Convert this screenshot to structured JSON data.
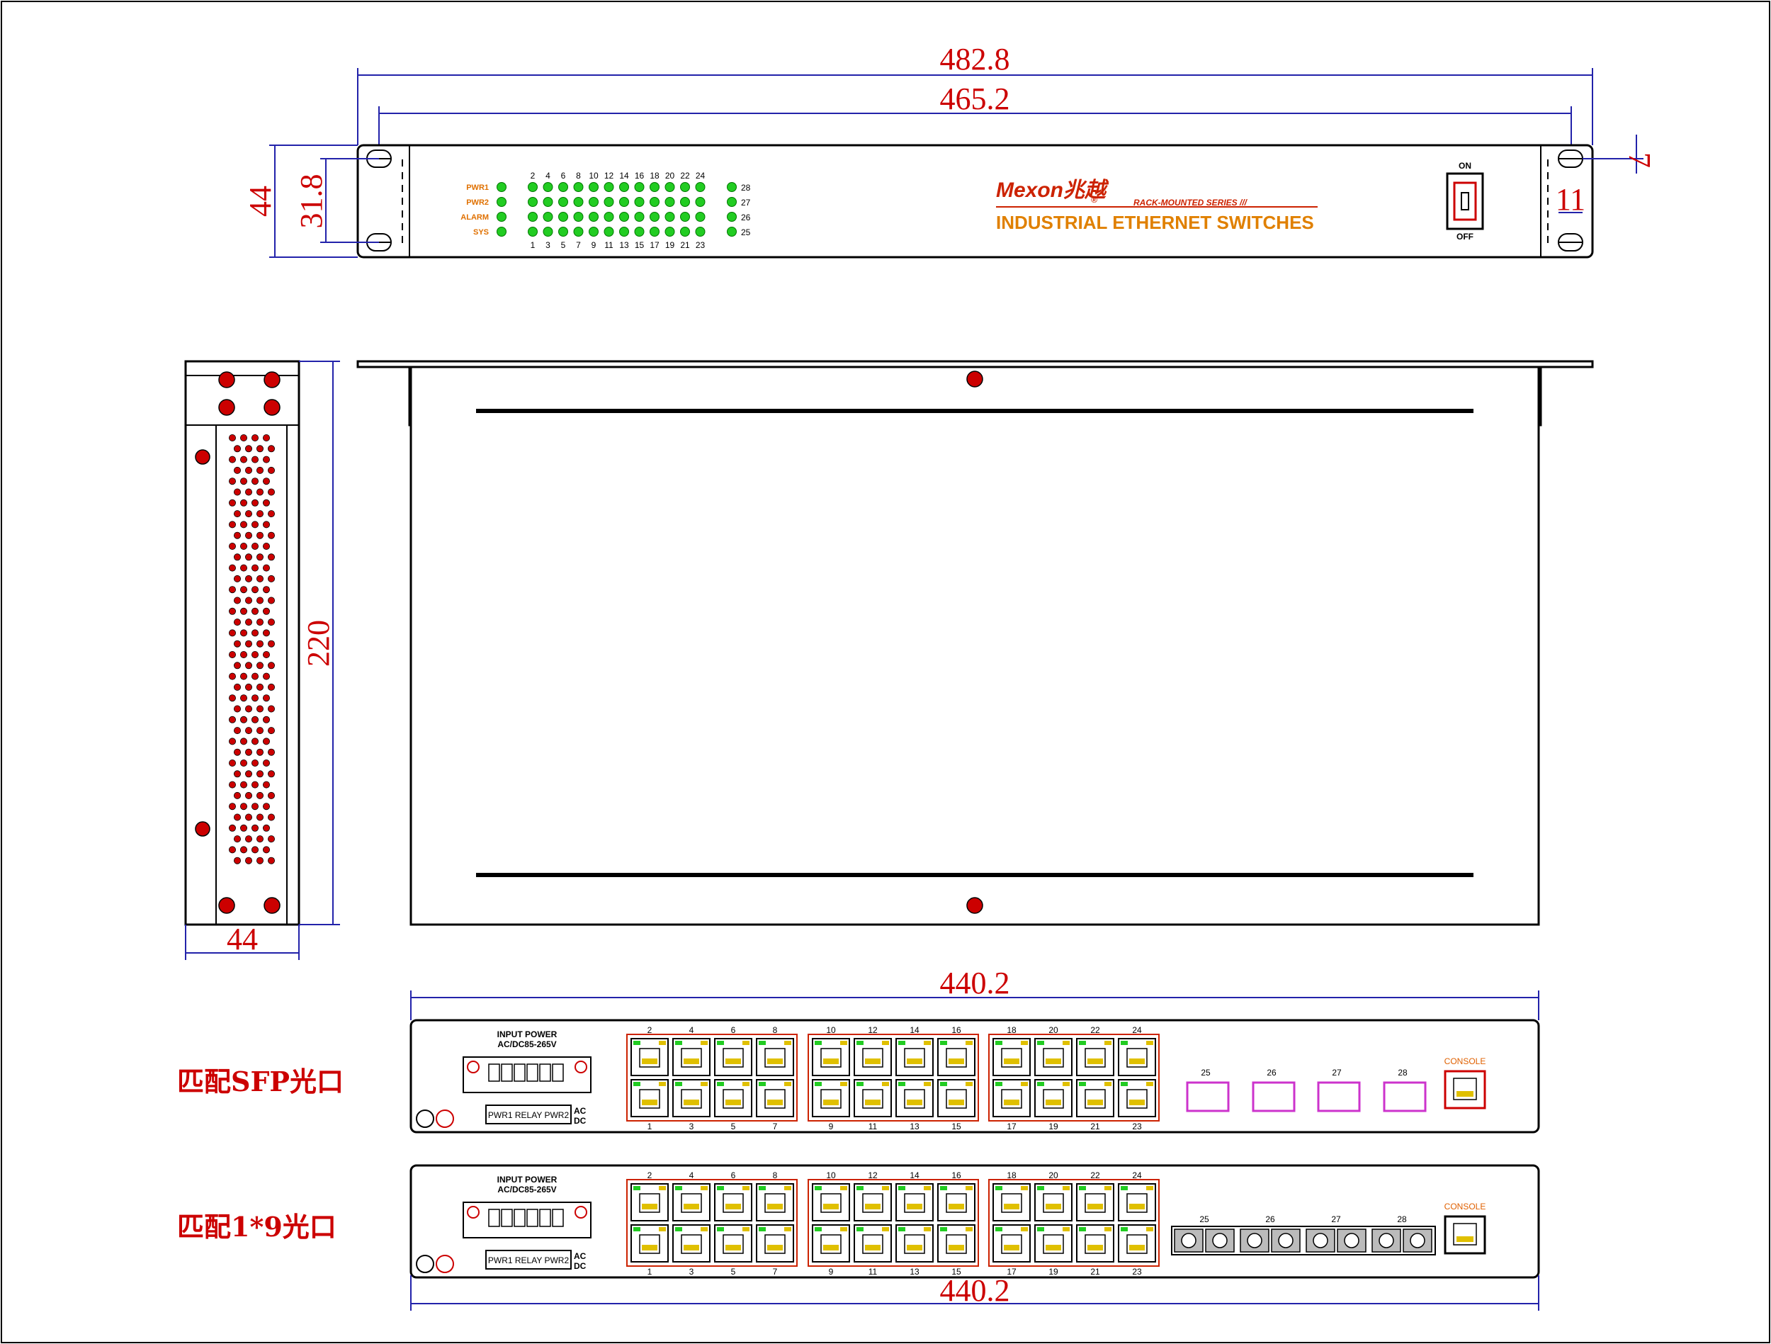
{
  "dimensions": {
    "overall_width": "482.8",
    "mount_width": "465.2",
    "height": "44",
    "hole_spacing": "31.8",
    "ear_offset": "11",
    "hole_edge": "7",
    "depth": "220",
    "side_width": "44",
    "rear_width_1": "440.2",
    "rear_width_2": "440.2"
  },
  "front_panel": {
    "brand": "Mexon兆越",
    "brand_mark": "®",
    "series": "RACK-MOUNTED SERIES ///",
    "subtitle": "INDUSTRIAL  ETHERNET  SWITCHES",
    "led_labels": [
      "PWR1",
      "PWR2",
      "ALARM",
      "SYS"
    ],
    "top_numbers": [
      "2",
      "4",
      "6",
      "8",
      "10",
      "12",
      "14",
      "16",
      "18",
      "20",
      "22",
      "24"
    ],
    "bottom_numbers": [
      "1",
      "3",
      "5",
      "7",
      "9",
      "11",
      "13",
      "15",
      "17",
      "19",
      "21",
      "23"
    ],
    "right_numbers": [
      "28",
      "27",
      "26",
      "25"
    ],
    "switch_on": "ON",
    "switch_off": "OFF",
    "led_color": "#22cc22"
  },
  "rear_panels": [
    {
      "label": "匹配SFP光口",
      "power_title": "INPUT POWER",
      "power_spec": "AC/DC85-265V",
      "terminal_labels": "PWR1 RELAY PWR2",
      "acdc_1": "AC",
      "acdc_2": "DC",
      "port_top": [
        "2",
        "4",
        "6",
        "8",
        "10",
        "12",
        "14",
        "16",
        "18",
        "20",
        "22",
        "24"
      ],
      "port_bottom": [
        "1",
        "3",
        "5",
        "7",
        "9",
        "11",
        "13",
        "15",
        "17",
        "19",
        "21",
        "23"
      ],
      "fiber_ports": [
        "25",
        "26",
        "27",
        "28"
      ],
      "console": "CONSOLE",
      "fiber_type": "SFP"
    },
    {
      "label": "匹配1*9光口",
      "power_title": "INPUT POWER",
      "power_spec": "AC/DC85-265V",
      "terminal_labels": "PWR1 RELAY PWR2",
      "acdc_1": "AC",
      "acdc_2": "DC",
      "port_top": [
        "2",
        "4",
        "6",
        "8",
        "10",
        "12",
        "14",
        "16",
        "18",
        "20",
        "22",
        "24"
      ],
      "port_bottom": [
        "1",
        "3",
        "5",
        "7",
        "9",
        "11",
        "13",
        "15",
        "17",
        "19",
        "21",
        "23"
      ],
      "fiber_ports": [
        "25",
        "26",
        "27",
        "28"
      ],
      "console": "CONSOLE",
      "fiber_type": "1x9"
    }
  ],
  "colors": {
    "dimension_text": "#cc0000",
    "dimension_line": "#2222aa",
    "accent": "#e08000",
    "sfp": "#cc33cc"
  }
}
